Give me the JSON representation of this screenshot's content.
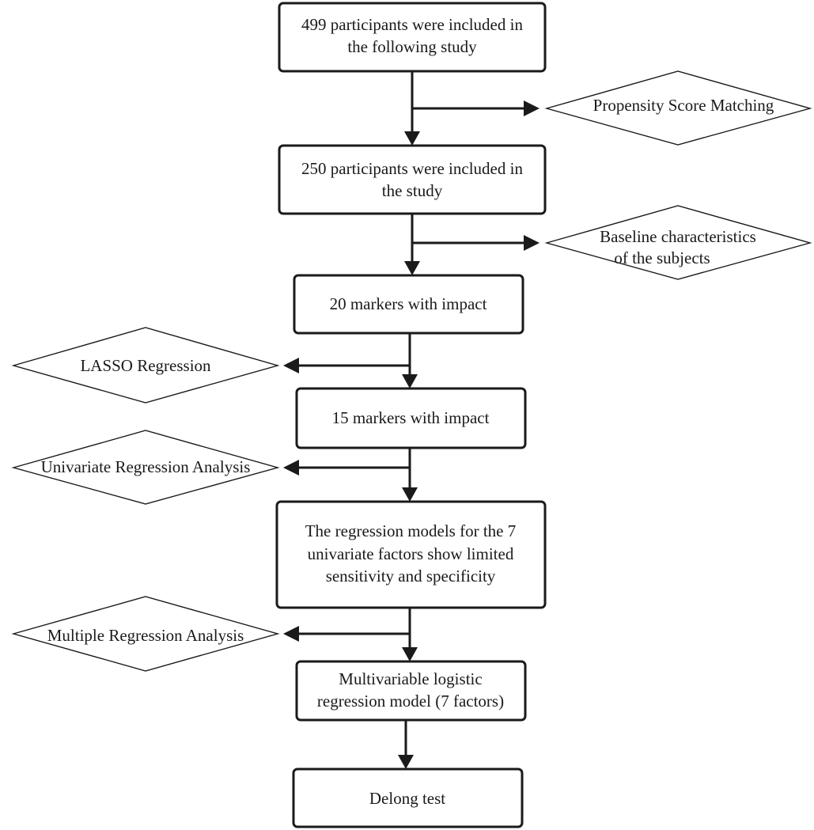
{
  "flowchart": {
    "steps": [
      {
        "lines": [
          "499 participants were included in",
          "the following study"
        ]
      },
      {
        "lines": [
          "250 participants were included in",
          "the study"
        ]
      },
      {
        "lines": [
          "20 markers with impact"
        ]
      },
      {
        "lines": [
          "15 markers with impact"
        ]
      },
      {
        "lines": [
          "The regression models for the 7",
          "univariate factors show limited",
          "sensitivity and specificity"
        ]
      },
      {
        "lines": [
          "Multivariable logistic",
          "regression model (7 factors)"
        ]
      },
      {
        "lines": [
          "Delong test"
        ]
      }
    ],
    "branches": [
      {
        "lines": [
          "Propensity Score Matching"
        ]
      },
      {
        "lines": [
          "Baseline characteristics",
          "of the subjects"
        ]
      },
      {
        "lines": [
          "LASSO Regression"
        ]
      },
      {
        "lines": [
          "Univariate Regression Analysis"
        ]
      },
      {
        "lines": [
          "Multiple Regression Analysis"
        ]
      }
    ]
  }
}
